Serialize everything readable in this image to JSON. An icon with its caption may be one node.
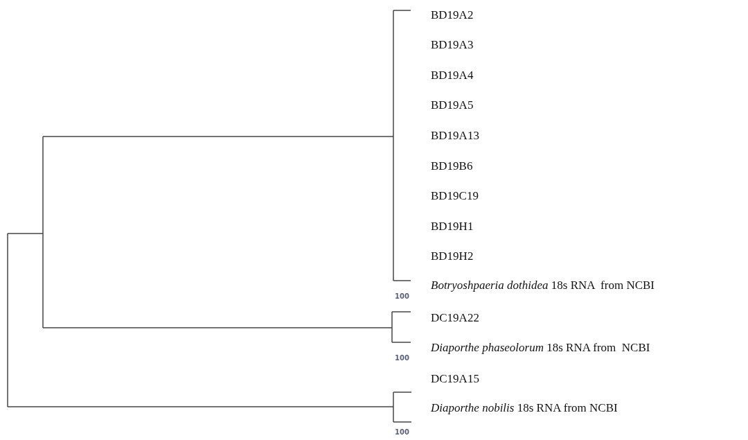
{
  "diagram": {
    "labels": [
      "BD19A2",
      "BD19A3",
      "BD19A4",
      "BD19A5",
      "BD19A13",
      "BD19B6",
      "BD19C19",
      "BD19H1",
      "BD19H2",
      "*Botryoshpaeria dothidea* 18s RNA  from NCBI",
      "100",
      "DC19A22",
      "*Diaporthe phaseolorum* 18s RNA from  NCBI",
      "100",
      "DC19A15",
      "*Diaporthe nobilis* 18s RNA from NCBI",
      "100"
    ]
  }
}
